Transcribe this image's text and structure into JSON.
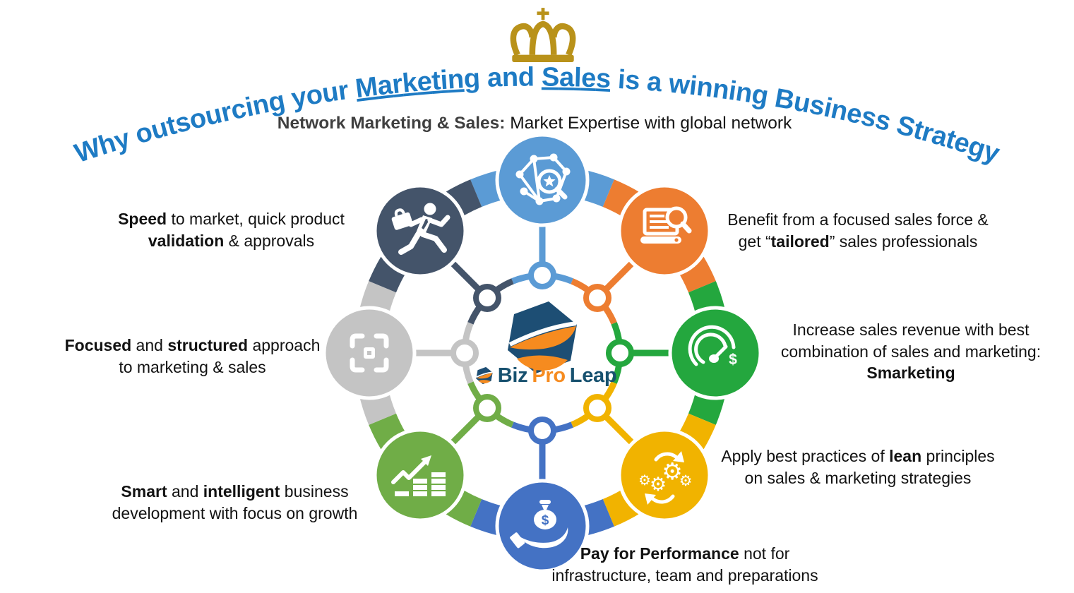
{
  "title": {
    "color": "#1E7BC4",
    "parts": [
      {
        "text": "Why outsourcing your "
      },
      {
        "text": "Marketing",
        "underline": true
      },
      {
        "text": " and "
      },
      {
        "text": "Sales",
        "underline": true
      },
      {
        "text": " is a winning Business Strategy"
      }
    ]
  },
  "crown": {
    "color": "#B9921A"
  },
  "subtitle": {
    "lead": "Network Marketing & Sales:",
    "rest": " Market Expertise with global network"
  },
  "logo": {
    "biz": "Biz",
    "pro": "Pro",
    "leap": "Leap",
    "navy": "#17516F",
    "orange": "#F68B1F",
    "shield_navy": "#1D4E74",
    "shield_orange": "#F68B1F"
  },
  "nodes": {
    "network": {
      "color": "#5B9BD5",
      "icon": "network-search-icon"
    },
    "sales_force": {
      "color": "#ED7D31",
      "icon": "laptop-search-icon"
    },
    "revenue": {
      "color": "#24A73E",
      "icon": "speedometer-dollar-icon"
    },
    "lean": {
      "color": "#F1B300",
      "icon": "gears-sync-icon"
    },
    "pay": {
      "color": "#4472C4",
      "icon": "money-hand-icon"
    },
    "growth": {
      "color": "#70AD47",
      "icon": "growth-chart-icon"
    },
    "focus": {
      "color": "#C4C4C4",
      "icon": "focus-frame-icon"
    },
    "speed": {
      "color": "#44546A",
      "icon": "running-businessman-icon"
    }
  },
  "callouts": {
    "speed": {
      "segments": [
        {
          "t": "Speed",
          "b": true
        },
        {
          "t": " to market, quick product\n"
        },
        {
          "t": "validation",
          "b": true
        },
        {
          "t": " & approvals"
        }
      ]
    },
    "benefit": {
      "segments": [
        {
          "t": "Benefit from a focused sales force &\nget “"
        },
        {
          "t": "tailored",
          "b": true
        },
        {
          "t": "” sales professionals"
        }
      ]
    },
    "focused": {
      "segments": [
        {
          "t": "Focused",
          "b": true
        },
        {
          "t": " and "
        },
        {
          "t": "structured",
          "b": true
        },
        {
          "t": " approach\nto marketing & sales"
        }
      ]
    },
    "increase": {
      "segments": [
        {
          "t": "Increase sales revenue with best\ncombination of sales and marketing:\n"
        },
        {
          "t": "Smarketing",
          "b": true
        }
      ]
    },
    "smart": {
      "segments": [
        {
          "t": "Smart",
          "b": true
        },
        {
          "t": " and "
        },
        {
          "t": "intelligent",
          "b": true
        },
        {
          "t": " business\ndevelopment with focus on growth"
        }
      ]
    },
    "apply": {
      "segments": [
        {
          "t": "Apply best practices of "
        },
        {
          "t": "lean",
          "b": true
        },
        {
          "t": " principles\non sales & marketing strategies"
        }
      ]
    },
    "pay": {
      "segments": [
        {
          "t": "Pay for Performance",
          "b": true
        },
        {
          "t": " not for\ninfrastructure, team and preparations"
        }
      ]
    }
  }
}
